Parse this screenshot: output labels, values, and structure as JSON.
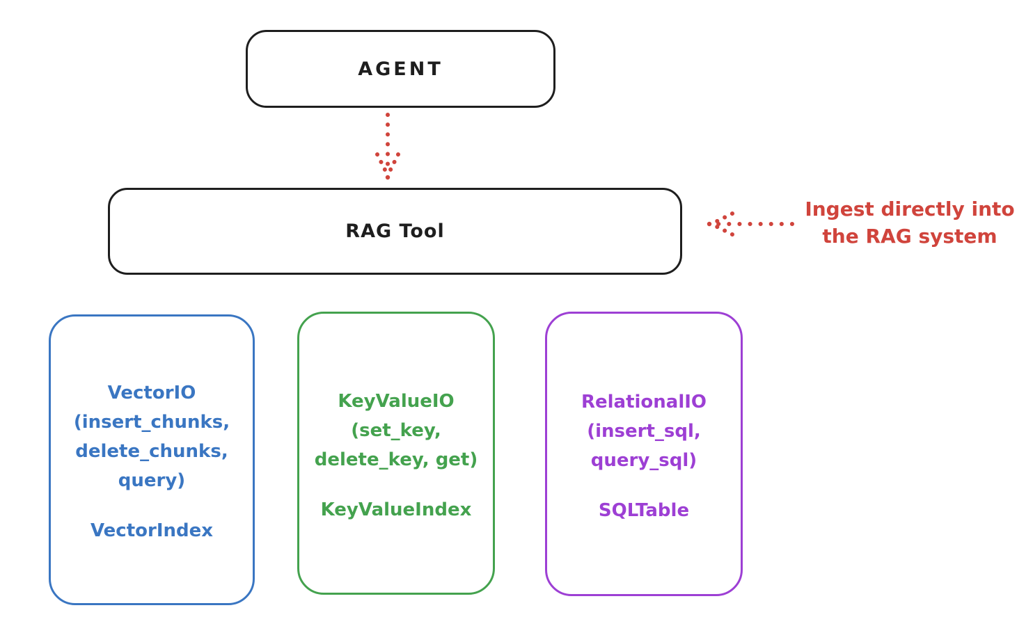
{
  "diagram": {
    "agent_box": {
      "label": "AGENT"
    },
    "rag_tool_box": {
      "label": "RAG Tool"
    },
    "annotation": {
      "line1": "Ingest directly into",
      "line2": "the RAG system"
    },
    "storage_boxes": [
      {
        "name": "vector-io",
        "lines": [
          "VectorIO",
          "(insert_chunks,",
          "delete_chunks,",
          "query)"
        ],
        "index_label": "VectorIndex",
        "color": "#3a76c2"
      },
      {
        "name": "keyvalue-io",
        "lines": [
          "KeyValueIO",
          "(set_key,",
          "delete_key, get)"
        ],
        "index_label": "KeyValueIndex",
        "color": "#44a24e"
      },
      {
        "name": "relational-io",
        "lines": [
          "RelationalIO",
          "(insert_sql,",
          "query_sql)"
        ],
        "index_label": "SQLTable",
        "color": "#9d3fd4"
      }
    ],
    "colors": {
      "stroke": "#1e1e1e",
      "arrow_red": "#d0443c",
      "background": "#ffffff"
    }
  }
}
